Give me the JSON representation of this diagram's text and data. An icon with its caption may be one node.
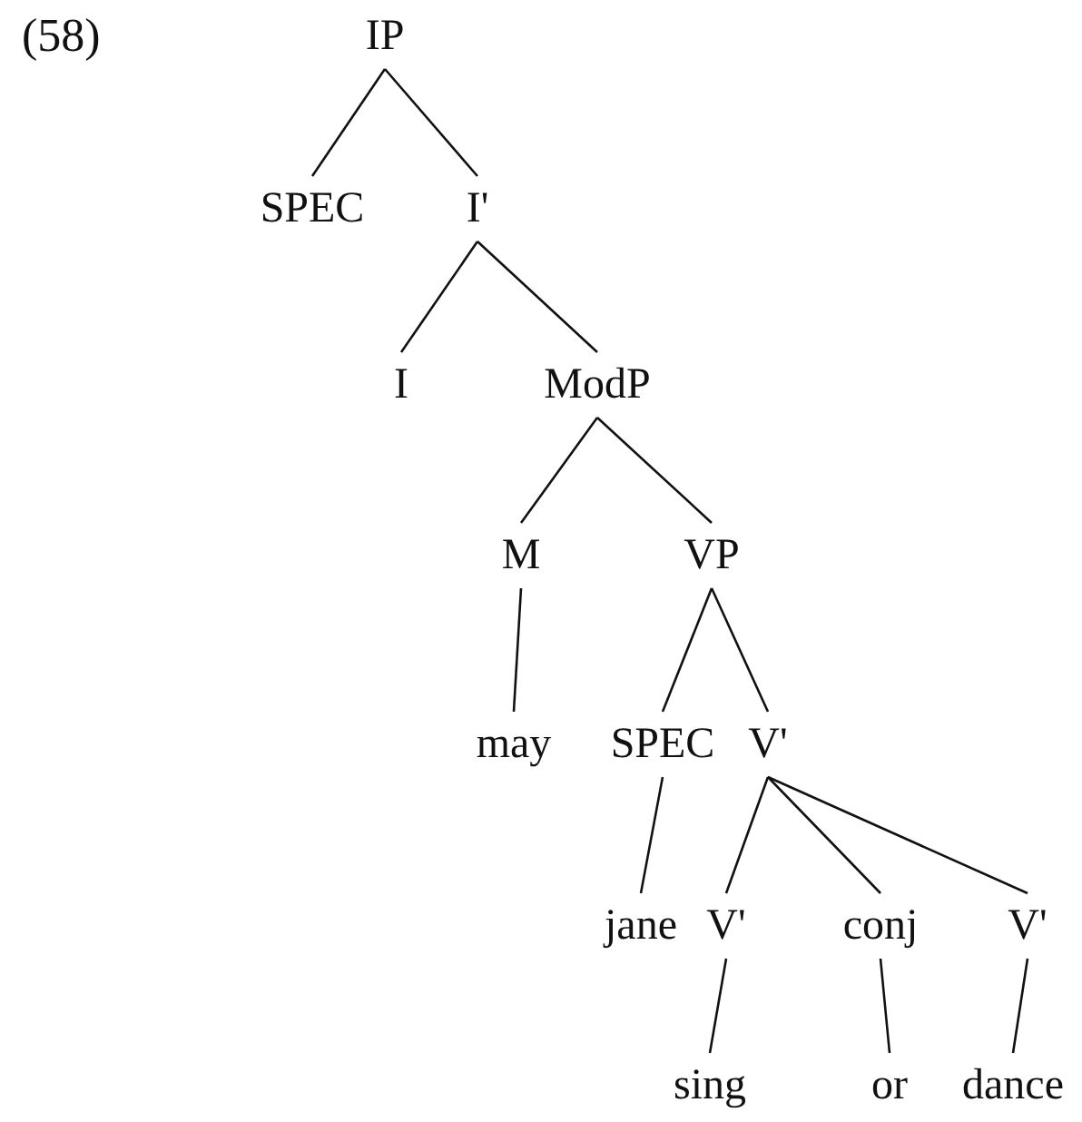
{
  "diagram": {
    "nodes": [
      {
        "text": [
          "IP"
        ]
      },
      {
        "text": [
          "SPEC"
        ]
      },
      {
        "text": [
          "I'"
        ]
      },
      {
        "text": [
          "I"
        ]
      },
      {
        "text": [
          "ModP"
        ]
      },
      {
        "text": [
          "M"
        ]
      },
      {
        "text": [
          "VP"
        ]
      },
      {
        "text": [
          "may"
        ]
      },
      {
        "text": [
          "SPEC"
        ]
      },
      {
        "text": [
          "V'"
        ]
      },
      {
        "text": [
          "jane"
        ]
      },
      {
        "text": [
          "V'"
        ]
      },
      {
        "text": [
          "conj"
        ]
      },
      {
        "text": [
          "V'"
        ]
      },
      {
        "text": [
          "sing"
        ]
      },
      {
        "text": [
          "or"
        ]
      },
      {
        "text": [
          "dance"
        ]
      }
    ],
    "edges": [
      {
        "from": 0,
        "to": 1,
        "arrow": "none"
      },
      {
        "from": 0,
        "to": 2,
        "arrow": "none"
      },
      {
        "from": 2,
        "to": 3,
        "arrow": "none"
      },
      {
        "from": 2,
        "to": 4,
        "arrow": "none"
      },
      {
        "from": 4,
        "to": 5,
        "arrow": "none"
      },
      {
        "from": 4,
        "to": 6,
        "arrow": "none"
      },
      {
        "from": 5,
        "to": 7,
        "arrow": "none"
      },
      {
        "from": 6,
        "to": 8,
        "arrow": "none"
      },
      {
        "from": 6,
        "to": 9,
        "arrow": "none"
      },
      {
        "from": 8,
        "to": 10,
        "arrow": "none"
      },
      {
        "from": 9,
        "to": 11,
        "arrow": "none"
      },
      {
        "from": 9,
        "to": 12,
        "arrow": "none"
      },
      {
        "from": 9,
        "to": 13,
        "arrow": "none"
      },
      {
        "from": 11,
        "to": 14,
        "arrow": "none"
      },
      {
        "from": 12,
        "to": 15,
        "arrow": "none"
      },
      {
        "from": 13,
        "to": 16,
        "arrow": "none"
      }
    ],
    "labels": [
      "(58)"
    ]
  }
}
